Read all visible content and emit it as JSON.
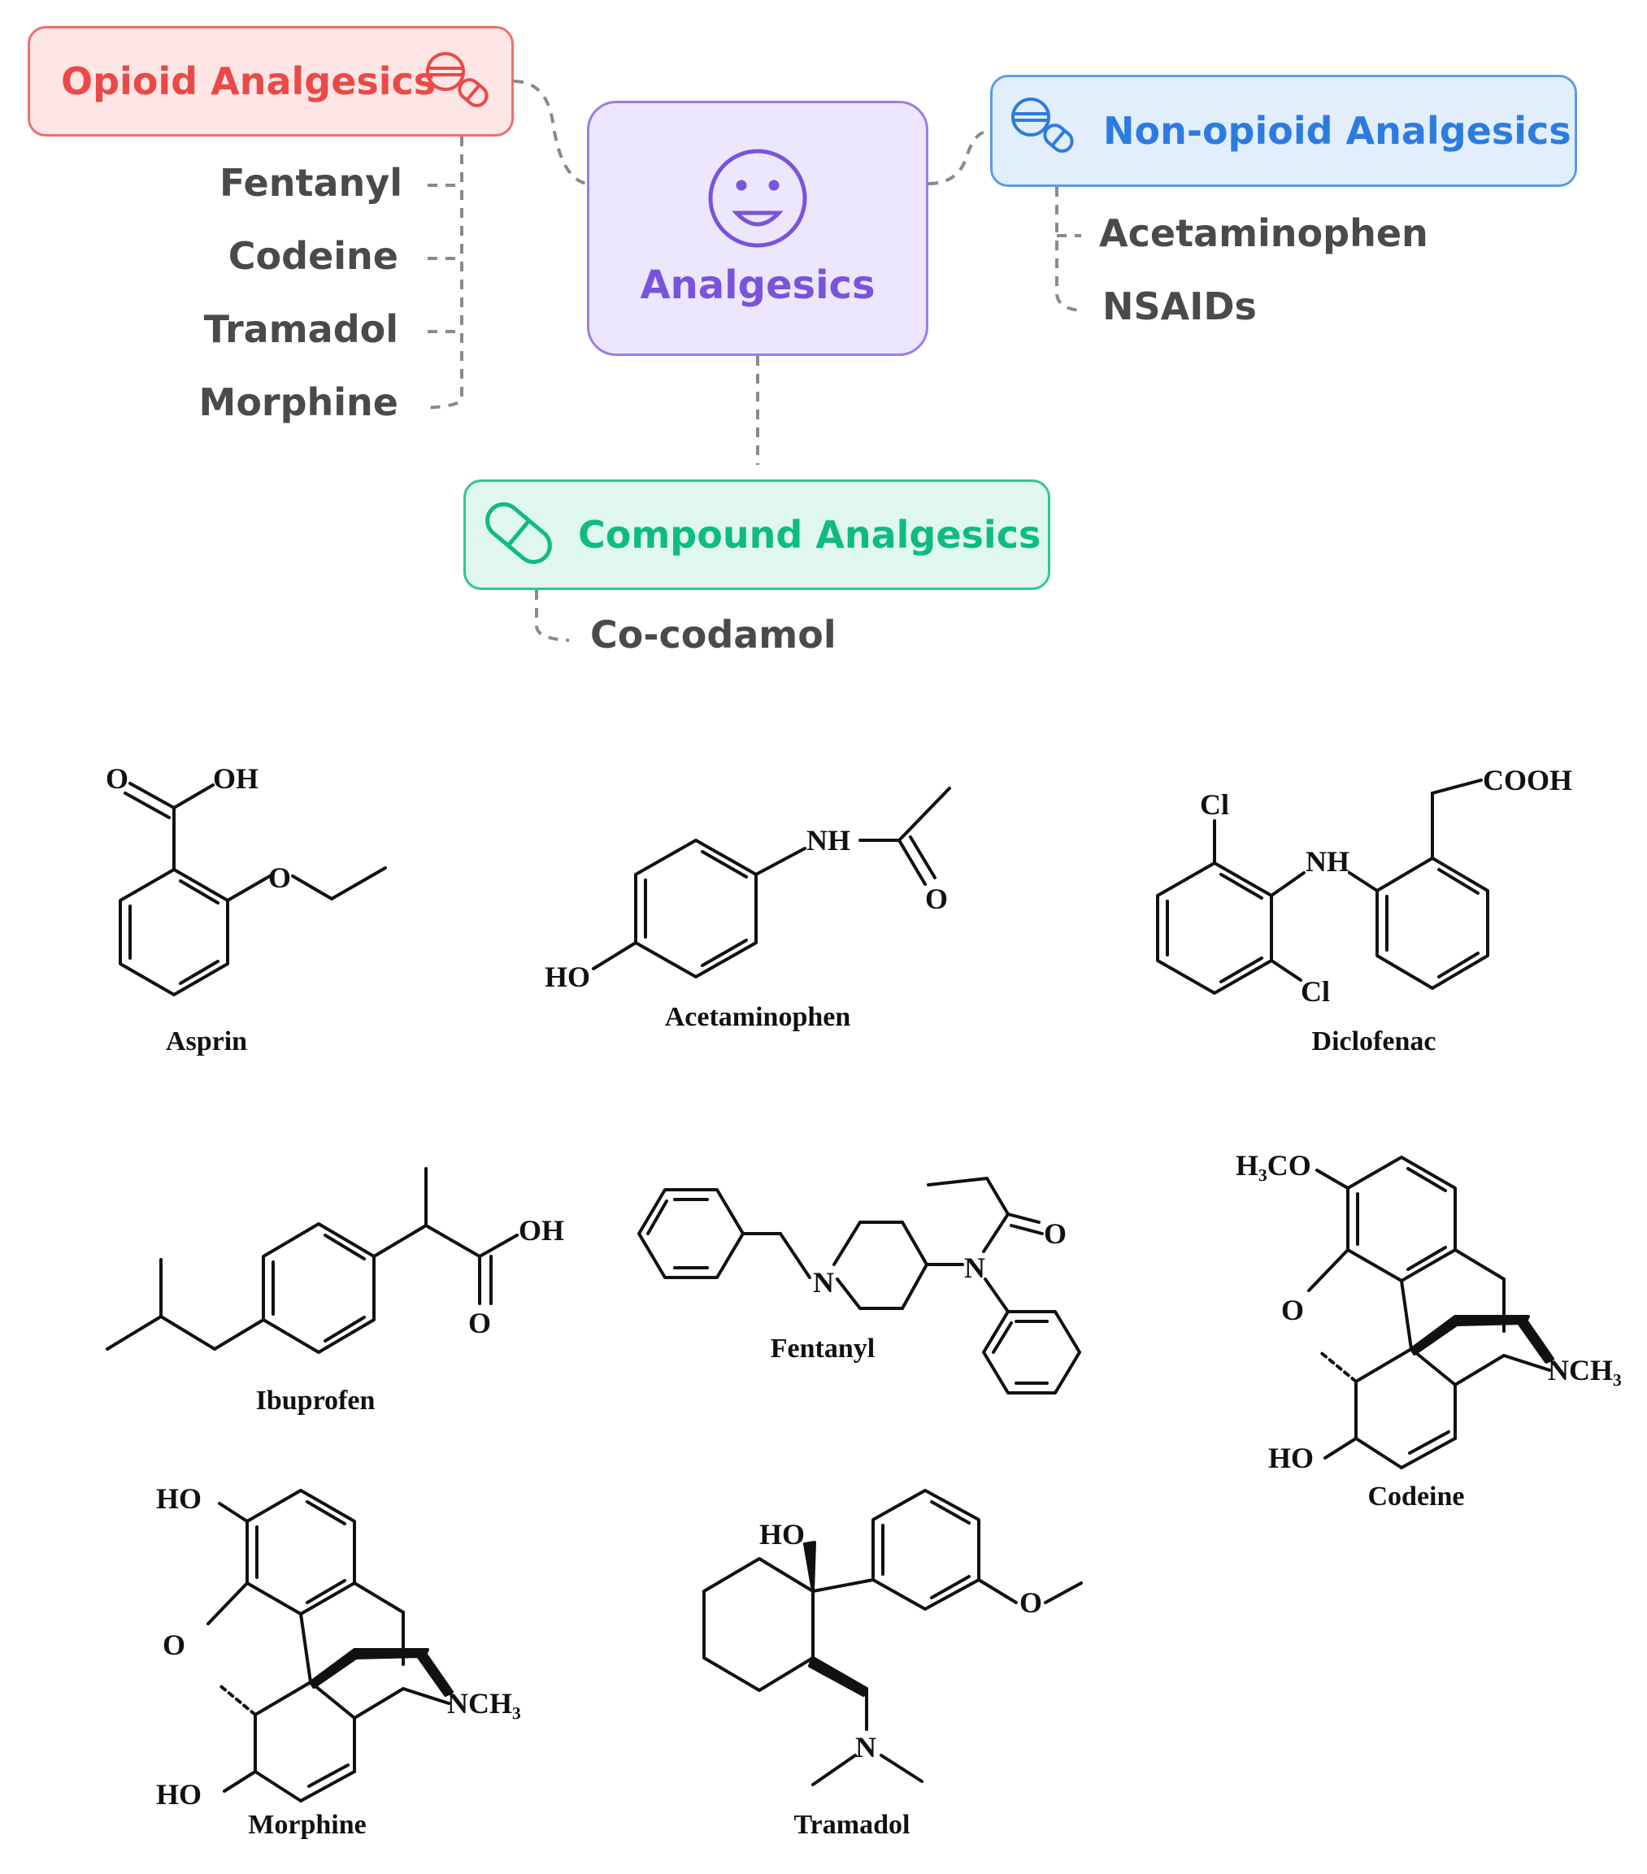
{
  "mindmap": {
    "center": {
      "label": "Analgesics",
      "icon": "smiley-face-icon"
    },
    "opioid": {
      "label": "Opioid Analgesics",
      "icon": "pills-icon",
      "color": "#ea4a47",
      "items": [
        "Fentanyl",
        "Codeine",
        "Tramadol",
        "Morphine"
      ]
    },
    "non_opioid": {
      "label": "Non-opioid Analgesics",
      "icon": "pills-icon",
      "color": "#2c7ce0",
      "items": [
        "Acetaminophen",
        "NSAIDs"
      ]
    },
    "compound": {
      "label": "Compound Analgesics",
      "icon": "capsule-icon",
      "color": "#0fbb82",
      "items": [
        "Co-codamol"
      ]
    }
  },
  "structures": {
    "aspirin": {
      "name": "Asprin",
      "labels": [
        "O",
        "OH",
        "O"
      ]
    },
    "acetaminophen": {
      "name": "Acetaminophen",
      "labels": [
        "NH",
        "O",
        "HO"
      ]
    },
    "diclofenac": {
      "name": "Diclofenac",
      "labels": [
        "Cl",
        "NH",
        "COOH",
        "Cl"
      ]
    },
    "ibuprofen": {
      "name": "Ibuprofen",
      "labels": [
        "OH",
        "O"
      ]
    },
    "fentanyl": {
      "name": "Fentanyl",
      "labels": [
        "N",
        "N",
        "O"
      ]
    },
    "codeine": {
      "name": "Codeine",
      "labels": [
        "H₃CO",
        "O",
        "NCH₃",
        "HO"
      ]
    },
    "morphine": {
      "name": "Morphine",
      "labels": [
        "HO",
        "O",
        "NCH₃",
        "HO"
      ]
    },
    "tramadol": {
      "name": "Tramadol",
      "labels": [
        "HO",
        "O",
        "N"
      ]
    }
  }
}
